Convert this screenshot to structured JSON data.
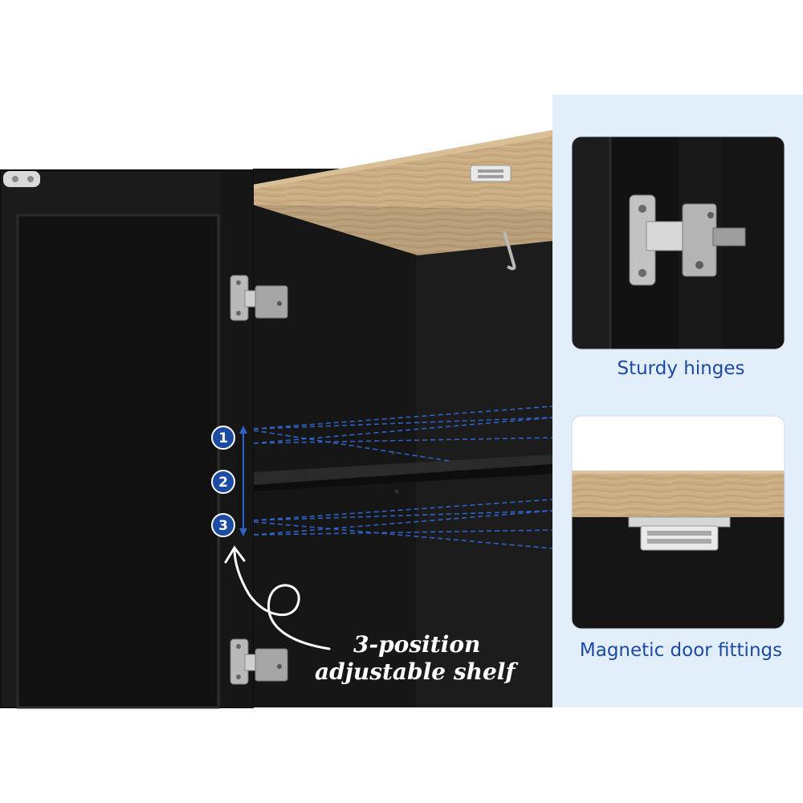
{
  "panels": [
    {
      "caption": "Sturdy hinges",
      "icon": "hinge-closeup"
    },
    {
      "caption": "Magnetic door fittings",
      "icon": "magnet-closeup"
    }
  ],
  "shelf_positions": [
    "1",
    "2",
    "3"
  ],
  "annotation": {
    "line1": "3-position",
    "line2": "adjustable shelf"
  },
  "colors": {
    "cabinet": "#131313",
    "oak": "#c9aa7f",
    "accent": "#1d4aa3",
    "panel_bg": "#e3eefb"
  }
}
